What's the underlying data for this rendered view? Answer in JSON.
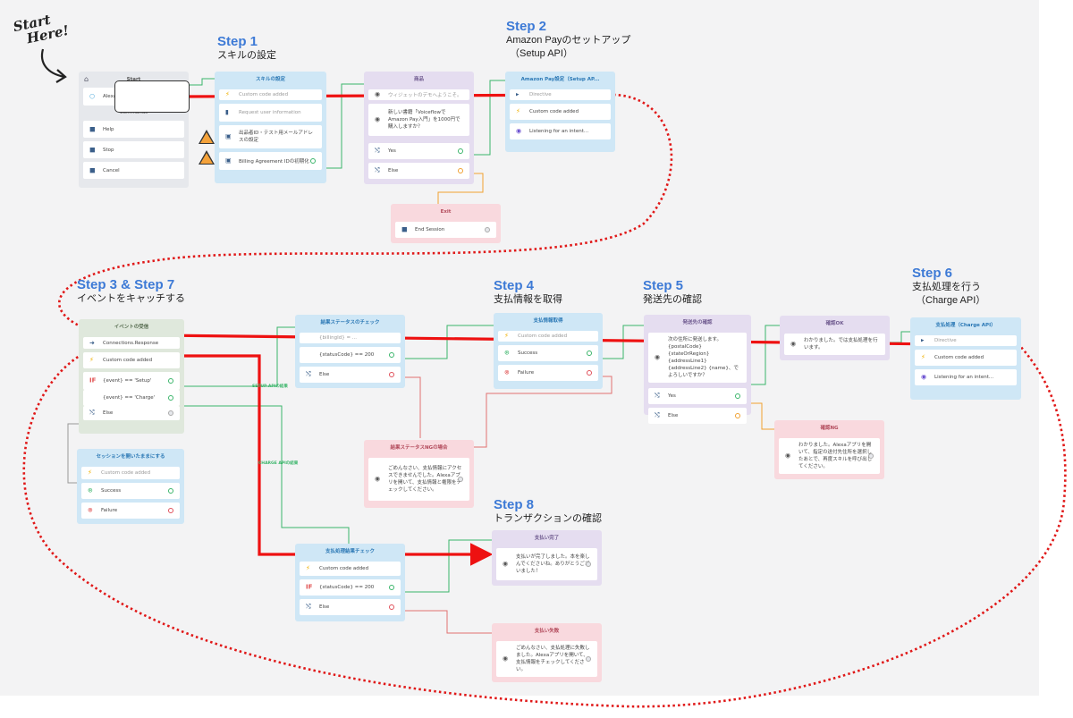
{
  "annotation": {
    "start_here": [
      "Start",
      "Here!"
    ]
  },
  "steps": {
    "s1": {
      "num": "Step 1",
      "jp": "スキルの設定"
    },
    "s2": {
      "num": "Step 2",
      "jp": "Amazon Payのセットアップ",
      "jp2": "（Setup API）"
    },
    "s37": {
      "num": "Step 3 & Step 7",
      "jp": "イベントをキャッチする"
    },
    "s4": {
      "num": "Step 4",
      "jp": "支払情報を取得"
    },
    "s5": {
      "num": "Step 5",
      "jp": "発送先の確認"
    },
    "s6": {
      "num": "Step 6",
      "jp": "支払処理を行う",
      "jp2": "（Charge API）"
    },
    "s8": {
      "num": "Step 8",
      "jp": "トランザクションの確認"
    }
  },
  "start_block": {
    "title": "Start",
    "item": "Alexa, open",
    "commands_label": "Commands",
    "commands": [
      "Help",
      "Stop",
      "Cancel"
    ]
  },
  "skill_settings": {
    "title": "スキルの設定",
    "items": [
      "Custom code added",
      "Request user information",
      "出品者ID・テスト用メールアドレスの設定",
      "Billing Agreement IDの初期化"
    ]
  },
  "product": {
    "title": "商品",
    "items": [
      "ウィジェットのデモへようこそ。",
      "新しい書籍「Voiceflowで Amazon Pay入門」を1000円で購入しますか？",
      "Yes",
      "Else"
    ]
  },
  "amazon_pay_setup": {
    "title": "Amazon Pay設定（Setup AP...",
    "items": [
      "Directive",
      "Custom code added",
      "Listening for an intent..."
    ]
  },
  "exit": {
    "title": "Exit",
    "items": [
      "End Session"
    ]
  },
  "event_receive": {
    "title": "イベントの受信",
    "items": [
      "Connections.Response",
      "Custom code added",
      "{event} == 'Setup'",
      "{event} == 'Charge'",
      "Else"
    ]
  },
  "session_keep": {
    "title": "セッションを開いたままにする",
    "items": [
      "Custom code added",
      "Success",
      "Failure"
    ]
  },
  "result_check": {
    "title": "結果ステータスのチェック",
    "items": [
      "{billingId} = ...",
      "{statusCode} == 200",
      "Else"
    ]
  },
  "result_ng": {
    "title": "結果ステータスNGの場合",
    "items": [
      "ごめんなさい、支払情報にアクセスできませんでした。Alexaアプリを開いて、支払情報と権限をチェックしてください。"
    ]
  },
  "payment_info": {
    "title": "支払情報取得",
    "items": [
      "Custom code added",
      "Success",
      "Failure"
    ]
  },
  "address_confirm": {
    "title": "発送先の確認",
    "items": [
      "次の住所に発送します。{postalCode} {stateOrRegion} {addressLine1} {addressLine2} {name}、でよろしいですか？",
      "Yes",
      "Else"
    ]
  },
  "confirm_ok": {
    "title": "確認OK",
    "items": [
      "わかりました。では支払処理を行います。"
    ]
  },
  "confirm_ng": {
    "title": "確認NG",
    "items": [
      "わかりました。Alexaアプリを開いて、指定の送付先住所を選択したあとで、再度スキルを呼び出してください。"
    ]
  },
  "charge": {
    "title": "支払処理（Charge API）",
    "items": [
      "Directive",
      "Custom code added",
      "Listening for an intent..."
    ]
  },
  "charge_result": {
    "title": "支払処理結果チェック",
    "items": [
      "Custom code added",
      "{statusCode} == 200",
      "Else"
    ]
  },
  "paid": {
    "title": "支払い完了",
    "items": [
      "支払いが完了しました。本を楽しんでくださいね。ありがとうございました！"
    ]
  },
  "pay_fail": {
    "title": "支払い失敗",
    "items": [
      "ごめんなさい、支払処理に失敗しました。Alexaアプリを開いて、支払情報をチェックしてください。"
    ]
  },
  "edge_labels": {
    "setup": "SETUP APIの結果",
    "charge": "CHARGE APIの結果"
  },
  "colors": {
    "step_blue": "#3d7ad6",
    "path_red": "#ee1111",
    "success_green": "#3ab56a"
  }
}
